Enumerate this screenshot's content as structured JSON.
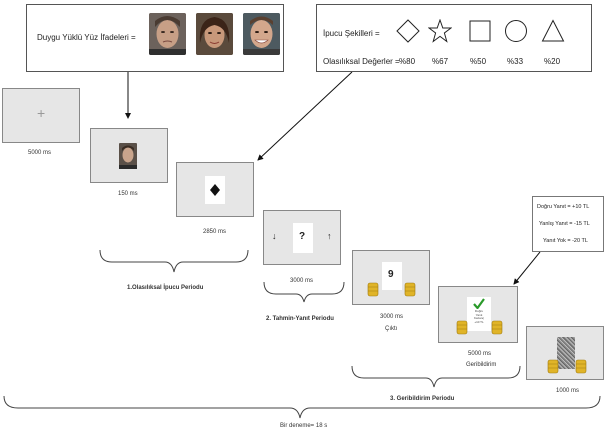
{
  "faces_box": {
    "label": "Duygu Yüklü Yüz İfadeleri ="
  },
  "cue_box": {
    "shapes_label": "İpucu Şekilleri =",
    "prob_label": "Olasılıksal Değerler =",
    "shapes": [
      {
        "icon": "diamond-icon",
        "value": "%80"
      },
      {
        "icon": "star-icon",
        "value": "%67"
      },
      {
        "icon": "square-icon",
        "value": "%50"
      },
      {
        "icon": "circle-icon",
        "value": "%33"
      },
      {
        "icon": "triangle-icon",
        "value": "%20"
      }
    ]
  },
  "screens": {
    "fixation": {
      "symbol": "+",
      "duration": "5000 ms"
    },
    "face": {
      "duration": "150 ms"
    },
    "cue": {
      "duration": "2850 ms"
    },
    "guess": {
      "left": "↓",
      "mid": "?",
      "right": "↑",
      "duration": "3000 ms"
    },
    "choice": {
      "number": "9",
      "duration": "3000 ms",
      "caption": "Çıktı"
    },
    "feedback": {
      "text": "Doğru\nYanıt\nKazanç\n+10 TL",
      "duration": "5000 ms",
      "caption": "Geribildirim"
    },
    "final": {
      "duration": "1000 ms"
    }
  },
  "reward_box": {
    "lines": [
      "Doğru Yanıt = +10 TL",
      "Yanlış Yanıt = -15 TL",
      "Yanıt Yok = -20 TL"
    ]
  },
  "periods": {
    "p1": "1.Olasılıksal İpucu Periodu",
    "p2": "2. Tahmin-Yanıt Periodu",
    "p3": "3. Geribildirim Periodu",
    "trial": "Bir deneme= 18 s"
  }
}
